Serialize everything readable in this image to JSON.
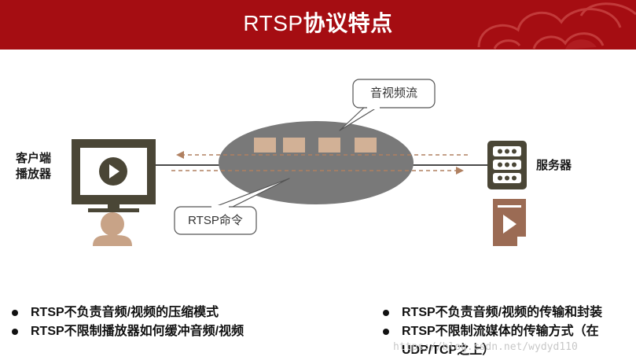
{
  "header": {
    "title_prefix": "RTSP",
    "title_main": "协议特点",
    "bg_color": "#a50d12"
  },
  "diagram": {
    "client_label": [
      "客户端",
      "播放器"
    ],
    "server_label": "服务器",
    "stream_callout": "音视频流",
    "command_callout": "RTSP命令",
    "icons": [
      "monitor-play-icon",
      "user-icon",
      "server-rack-icon",
      "media-file-icon"
    ]
  },
  "bullets_left": [
    "RTSP不负责音频/视频的压缩模式",
    "RTSP不限制播放器如何缓冲音频/视频"
  ],
  "bullets_right": [
    "RTSP不负责音频/视频的传输和封装",
    "RTSP不限制流媒体的传输方式（在UDP/TCP之上）"
  ],
  "watermark": "https://blog.csdn.net/wydyd110"
}
